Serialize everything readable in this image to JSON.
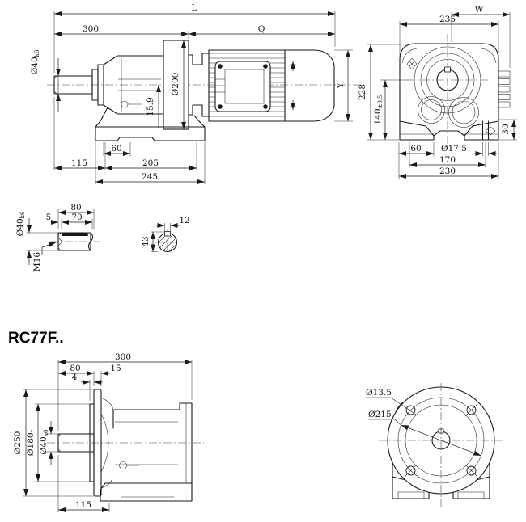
{
  "title": "RC77F..",
  "drawing": {
    "side_view": {
      "dim_L": "L",
      "dim_300": "300",
      "dim_Q": "Q",
      "shaft_dia": "Ø40",
      "shaft_tol": "k6",
      "flange_dia": "Ø200",
      "dim_15_9": "15.9",
      "dim_Y": "Y",
      "dim_60": "60",
      "dim_115": "115",
      "dim_205": "205",
      "dim_245": "245"
    },
    "end_view": {
      "dim_W": "W",
      "dim_235": "235",
      "dim_228": "228",
      "dim_140": "140",
      "dim_140_tol": "±0.5",
      "dim_60": "60",
      "dim_17_5": "Ø17.5",
      "dim_170": "170",
      "dim_230": "230",
      "dim_30": "30"
    },
    "shaft_detail": {
      "dim_80": "80",
      "dim_70": "70",
      "dim_5": "5",
      "shaft_dia": "Ø40",
      "shaft_tol": "k6",
      "thread": "M16"
    },
    "key_section": {
      "dim_12": "12",
      "dim_43": "43"
    },
    "flange_side_view": {
      "dim_300": "300",
      "dim_80": "80",
      "dim_15": "15",
      "dim_4": "4",
      "flange_dia": "Ø250",
      "spigot_dia": "Ø180",
      "spigot_tol": "*",
      "shaft_dia": "Ø40",
      "shaft_tol": "k6",
      "dim_115": "115"
    },
    "flange_face_view": {
      "hole_dia": "Ø13.5",
      "bolt_circle": "Ø215"
    }
  }
}
